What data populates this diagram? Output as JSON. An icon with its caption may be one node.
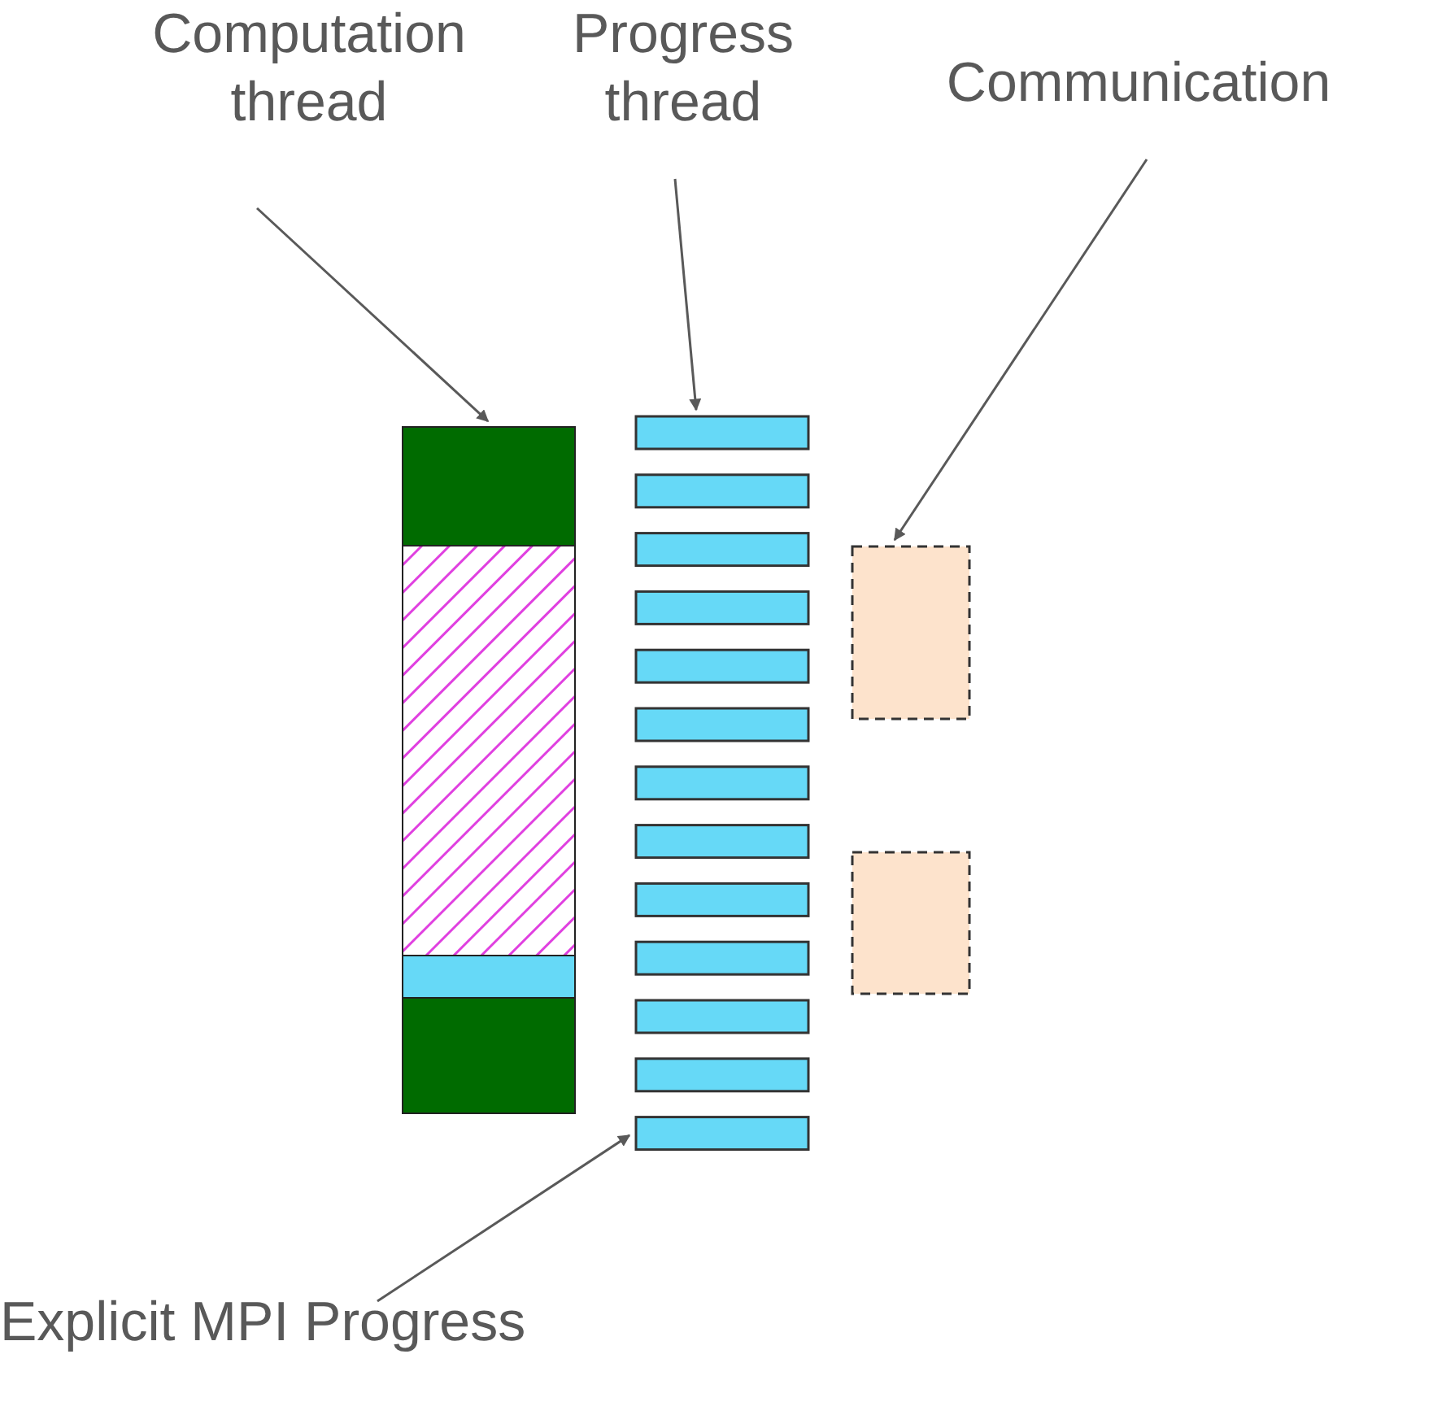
{
  "diagram": {
    "nodes": [
      {
        "text": [
          "Computation thread"
        ]
      },
      {
        "text": [
          "Progress thread"
        ]
      },
      {
        "text": [
          "Communication"
        ]
      },
      {
        "text": [
          "Explicit MPI Progress"
        ]
      },
      {
        "text": [],
        "shape": "bar"
      },
      {
        "text": [],
        "shape": "bar"
      },
      {
        "text": [],
        "shape": "box"
      },
      {
        "text": [],
        "shape": "box"
      }
    ],
    "edges": [
      {
        "from": 0,
        "to": 4,
        "arrow": "to"
      },
      {
        "from": 1,
        "to": 5,
        "arrow": "to"
      },
      {
        "from": 2,
        "to": 6,
        "arrow": "to"
      },
      {
        "from": 3,
        "to": 5,
        "arrow": "to"
      }
    ]
  }
}
